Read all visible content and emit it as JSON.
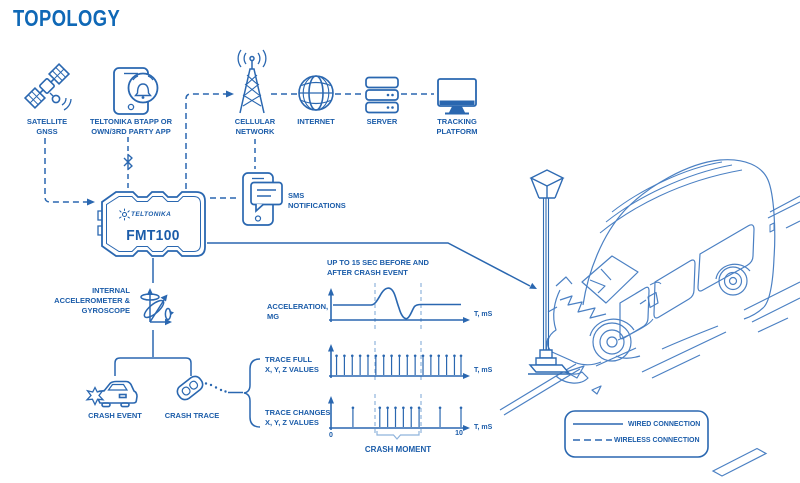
{
  "title": "TOPOLOGY",
  "colors": {
    "primary": "#2a67b0",
    "art": "#4b80c3",
    "text": "#1b5ca9",
    "title": "#0f68b6",
    "window_marker": "#8fb3dc"
  },
  "nodes": {
    "satellite": {
      "label": "SATELLITE\nGNSS"
    },
    "btapp": {
      "label": "TELTONIKA BTAPP OR\nOWN/3RD PARTY APP"
    },
    "cellular": {
      "label": "CELLULAR\nNETWORK"
    },
    "internet": {
      "label": "INTERNET"
    },
    "server": {
      "label": "SERVER"
    },
    "tracking": {
      "label": "TRACKING\nPLATFORM"
    },
    "sms": {
      "label": "SMS\nNOTIFICATIONS"
    },
    "device": {
      "brand": "TELTONIKA",
      "model": "FMT100"
    },
    "gyro": {
      "label": "INTERNAL\nACCELEROMETER &\nGYROSCOPE"
    },
    "crash_event": {
      "label": "CRASH EVENT"
    },
    "crash_trace": {
      "label": "CRASH TRACE"
    }
  },
  "charts_note": "UP TO 15 SEC BEFORE AND\nAFTER CRASH EVENT",
  "crash_moment_label": "CRASH MOMENT",
  "chart_data": [
    {
      "id": "acceleration",
      "type": "line",
      "label": "ACCELERATION,\nMG",
      "x_axis": "T, mS",
      "shape": "flat baseline with one positive-negative oscillation pulse inside the crash window",
      "crash_window_ms": [
        3.4,
        6.9
      ]
    },
    {
      "id": "trace-full",
      "type": "ticks",
      "label": "TRACE FULL\nX, Y, Z VALUES",
      "x_axis": "T, mS",
      "tick_ms": [
        0.5,
        1.1,
        1.7,
        2.3,
        2.9,
        3.5,
        4.1,
        4.7,
        5.3,
        5.9,
        6.5,
        7.1,
        7.7,
        8.3,
        8.9,
        9.5,
        10.0
      ],
      "crash_window_ms": [
        3.4,
        6.9
      ]
    },
    {
      "id": "trace-changes",
      "type": "ticks",
      "label": "TRACE CHANGES\nX, Y, Z VALUES",
      "x_axis": "T, mS",
      "x_min": "0",
      "x_max": "10",
      "tick_ms": [
        1.75,
        3.8,
        4.4,
        5.0,
        5.6,
        6.2,
        6.8,
        8.4,
        10.0
      ],
      "crash_window_ms": [
        3.4,
        6.9
      ]
    }
  ],
  "legend": {
    "wired": "WIRED CONNECTION",
    "wireless": "WIRELESS CONNECTION"
  }
}
